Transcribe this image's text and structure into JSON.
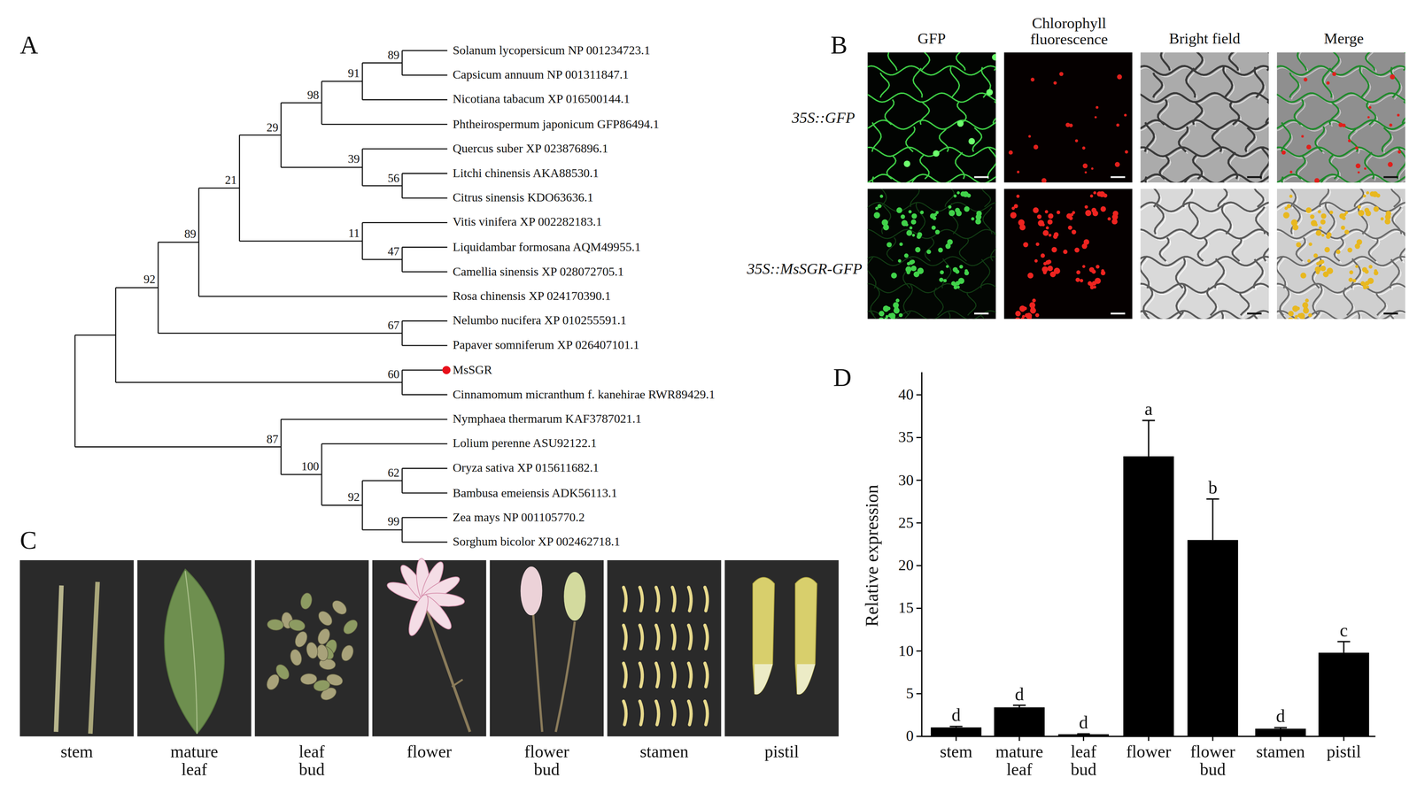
{
  "diagram": {
    "labels": [
      "A",
      "B",
      "GFP",
      "Chlorophyll fluorescence",
      "Bright field",
      "Merge",
      "Solanum lycopersicum NP 001234723.1",
      "Capsicum annuum NP 001311847.1",
      "Nicotiana tabacum XP 016500144.1",
      "Phtheirospermum japonicum GFP86494.1",
      "Quercus suber XP 023876896.1",
      "Litchi chinensis AKA88530.1",
      "Citrus sinensis KDO63636.1",
      "Vitis vinifera XP 002282183.1",
      "Liquidambar formosana AQM49955.1",
      "Camellia sinensis XP 028072705.1",
      "Rosa chinensis XP 024170390.1",
      "Nelumbo nucifera XP 010255591.1",
      "Papaver somniferum XP 026407101.1",
      "MsSGR",
      "Cinnamomum micranthum f. kanehirae RWR89429.1",
      "Nymphaea thermarum KAF3787021.1",
      "Lolium perenne ASU92122.1",
      "Oryza sativa XP 015611682.1",
      "Bambusa emeiensis ADK56113.1",
      "Zea mays NP 001105770.2",
      "Sorghum bicolor XP 002462718.1",
      "89",
      "91",
      "98",
      "29",
      "39",
      "56",
      "21",
      "11",
      "47",
      "89",
      "92",
      "67",
      "60",
      "87",
      "100",
      "62",
      "92",
      "99",
      "35S::GFP",
      "35S::MsSGR-GFP",
      "D",
      "0",
      "5",
      "10",
      "15",
      "20",
      "25",
      "30",
      "35",
      "40",
      "Relative expression",
      "d",
      "d",
      "d",
      "a",
      "b",
      "d",
      "c",
      "C",
      "stem",
      "mature leaf",
      "leaf bud",
      "flower",
      "flower bud",
      "stamen",
      "pistil",
      "stem",
      "mature leaf",
      "leaf bud",
      "flower",
      "flower bud",
      "stamen",
      "pistil"
    ]
  }
}
